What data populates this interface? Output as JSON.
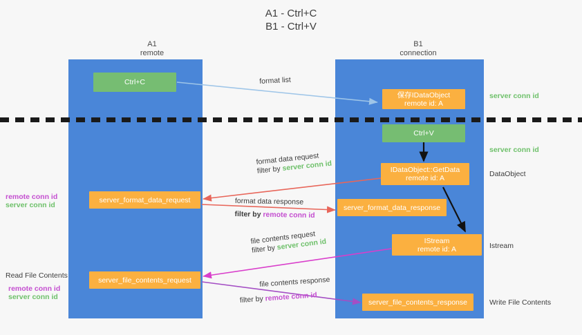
{
  "title": {
    "line1": "A1 - Ctrl+C",
    "line2": "B1 - Ctrl+V"
  },
  "lanes": [
    {
      "id": "a1",
      "name": "A1",
      "sub": "remote"
    },
    {
      "id": "b1",
      "name": "B1",
      "sub": "connection"
    }
  ],
  "nodes": {
    "ctrl_c": {
      "l1": "Ctrl+C",
      "l2": ""
    },
    "save_idataobject": {
      "l1": "保存IDataObject",
      "l2": "remote id: A"
    },
    "ctrl_v": {
      "l1": "Ctrl+V",
      "l2": ""
    },
    "getdata": {
      "l1": "IDataObject::GetData",
      "l2": "remote id: A"
    },
    "istream": {
      "l1": "IStream",
      "l2": "remote id: A"
    },
    "fmt_req": {
      "l1": "server_format_data_request",
      "l2": ""
    },
    "fmt_resp": {
      "l1": "server_format_data_response",
      "l2": ""
    },
    "file_req": {
      "l1": "server_file_contents_request",
      "l2": ""
    },
    "file_resp": {
      "l1": "server_file_contents_response",
      "l2": ""
    }
  },
  "edge_labels": {
    "format_list": "format list",
    "fmt_req_top": "format data request",
    "fmt_req_filter_prefix": "filter by ",
    "fmt_req_filter_key": "server conn id",
    "fmt_resp_top": "format data response",
    "fmt_resp_filter_prefix": "filter by ",
    "fmt_resp_filter_key": "remote conn id",
    "file_req_top": "file contents request",
    "file_req_filter_prefix": "filter by ",
    "file_req_filter_key": "server conn id",
    "file_resp_top": "file contents response",
    "file_resp_filter_prefix": "filter by ",
    "file_resp_filter_key": "remote conn id"
  },
  "right_annotations": [
    {
      "id": "server-conn-id-top",
      "text": "server conn id",
      "style": "green"
    },
    {
      "id": "server-conn-id-second",
      "text": "server conn id",
      "style": "green"
    },
    {
      "id": "dataobject",
      "text": "DataObject",
      "style": "plain"
    },
    {
      "id": "istream",
      "text": "Istream",
      "style": "plain"
    },
    {
      "id": "write-file-contents",
      "text": "Write File Contents",
      "style": "plain"
    }
  ],
  "left_annotations": [
    {
      "id": "remote-conn-id-upper",
      "text": "remote conn id",
      "style": "purple"
    },
    {
      "id": "server-conn-id-upper",
      "text": "server conn id",
      "style": "green"
    },
    {
      "id": "read-file-contents",
      "text": "Read File Contents",
      "style": "plain"
    },
    {
      "id": "remote-conn-id-lower",
      "text": "remote conn id",
      "style": "purple"
    },
    {
      "id": "server-conn-id-lower",
      "text": "server conn id",
      "style": "green"
    }
  ],
  "colors": {
    "lane": "#4a86d8",
    "green_node": "#76bd72",
    "orange_node": "#fbb040",
    "green_text": "#6ec06a",
    "purple_text": "#c44fd0",
    "arrow_blue": "#9ec5e8",
    "arrow_red": "#e8665a",
    "arrow_magenta": "#d93ecb",
    "arrow_purple": "#a44ec4",
    "arrow_black": "#111111"
  }
}
